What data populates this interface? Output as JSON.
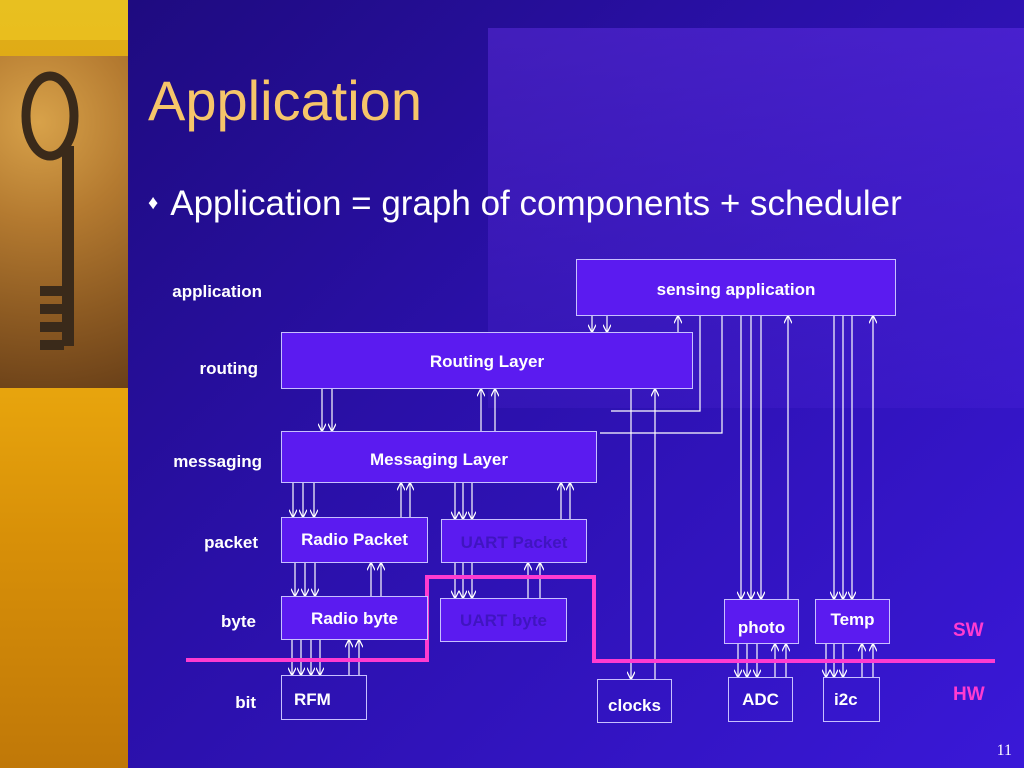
{
  "slide": {
    "title": "Application",
    "bullet": "Application = graph of components + scheduler",
    "bullet_glyph": "♦",
    "page_number": "11",
    "background_color": "#2a10a8",
    "title_color": "#f6c56a",
    "divider_color": "#ff3bd0"
  },
  "diagram": {
    "layer_labels": {
      "application": "application",
      "routing": "routing",
      "messaging": "messaging",
      "packet": "packet",
      "byte": "byte",
      "bit": "bit"
    },
    "components": {
      "sensing_application": "sensing application",
      "routing_layer": "Routing Layer",
      "messaging_layer": "Messaging Layer",
      "radio_packet": "Radio Packet",
      "uart_packet": "UART Packet",
      "radio_byte": "Radio byte",
      "uart_byte": "UART byte",
      "photo": "photo",
      "temp": "Temp",
      "rfm": "RFM",
      "clocks": "clocks",
      "adc": "ADC",
      "i2c": "i2c"
    },
    "sw_label": "SW",
    "hw_label": "HW"
  }
}
